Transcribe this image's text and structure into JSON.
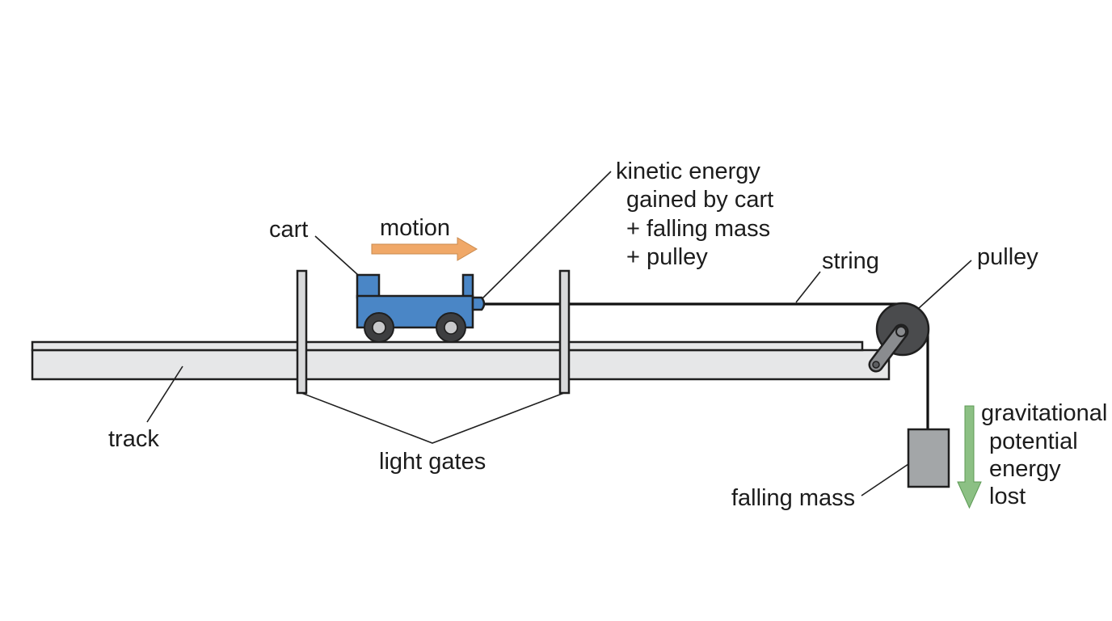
{
  "labels": {
    "cart": "cart",
    "motion": "motion",
    "kinetic_energy": [
      "kinetic energy",
      "gained by cart",
      "+ falling mass",
      "+ pulley"
    ],
    "string": "string",
    "pulley": "pulley",
    "track": "track",
    "light_gates": "light gates",
    "gravitational": [
      "gravitational",
      "potential",
      "energy",
      "lost"
    ],
    "falling_mass": "falling mass"
  },
  "colors": {
    "cart": "#4a86c6",
    "motion_arrow": "#f0a868",
    "energy_arrow": "#8cc084",
    "track": "#e6e7e8",
    "gate": "#d8d9da",
    "pulley_wheel": "#4a4b4d",
    "pulley_arm": "#8a8c8f",
    "mass": "#a3a6a8"
  }
}
